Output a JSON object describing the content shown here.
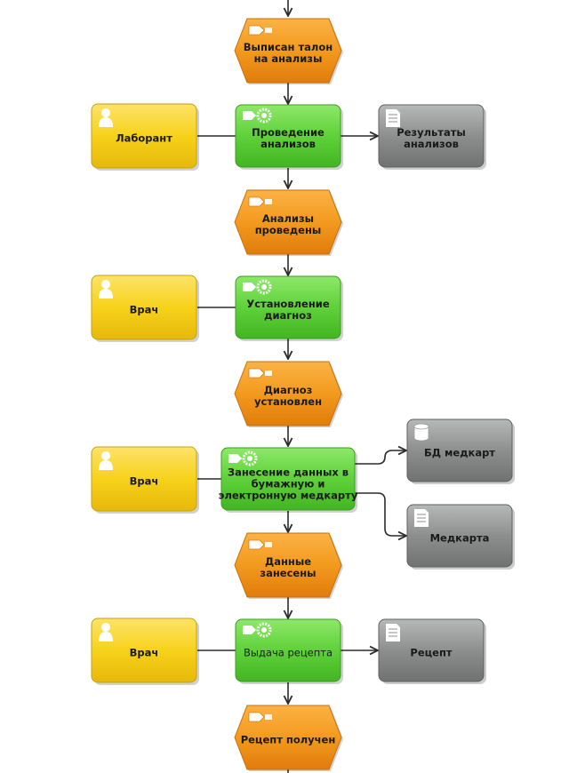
{
  "colors": {
    "event": "#f39a1e",
    "function": "#5fd13a",
    "role": "#f7d21a",
    "document": "#8c8f8d",
    "connector": "#2b2b2b"
  },
  "events": [
    {
      "id": "e1",
      "lines": [
        "Выписан талон",
        "на анализы"
      ]
    },
    {
      "id": "e2",
      "lines": [
        "Анализы",
        "проведены"
      ]
    },
    {
      "id": "e3",
      "lines": [
        "Диагноз",
        "установлен"
      ]
    },
    {
      "id": "e4",
      "lines": [
        "Данные",
        "занесены"
      ]
    },
    {
      "id": "e5",
      "lines": [
        "Рецепт получен"
      ]
    }
  ],
  "functions": [
    {
      "id": "f1",
      "lines": [
        "Проведение",
        "анализов"
      ]
    },
    {
      "id": "f2",
      "lines": [
        "Установление",
        "диагноз"
      ]
    },
    {
      "id": "f3",
      "lines": [
        "Занесение данных в",
        "бумажную и",
        "электронную медкарту"
      ]
    },
    {
      "id": "f4",
      "lines": [
        "Выдача рецепта"
      ]
    }
  ],
  "roles": [
    {
      "id": "r1",
      "label": "Лаборант"
    },
    {
      "id": "r2",
      "label": "Врач"
    },
    {
      "id": "r3",
      "label": "Врач"
    },
    {
      "id": "r4",
      "label": "Врач"
    }
  ],
  "outputs": [
    {
      "id": "o1",
      "kind": "document-icon",
      "lines": [
        "Результаты",
        "анализов"
      ]
    },
    {
      "id": "o2",
      "kind": "database-icon",
      "lines": [
        "БД медкарт"
      ]
    },
    {
      "id": "o3",
      "kind": "document-icon",
      "lines": [
        "Медкарта"
      ]
    },
    {
      "id": "o4",
      "kind": "document-icon",
      "lines": [
        "Рецепт"
      ]
    }
  ]
}
